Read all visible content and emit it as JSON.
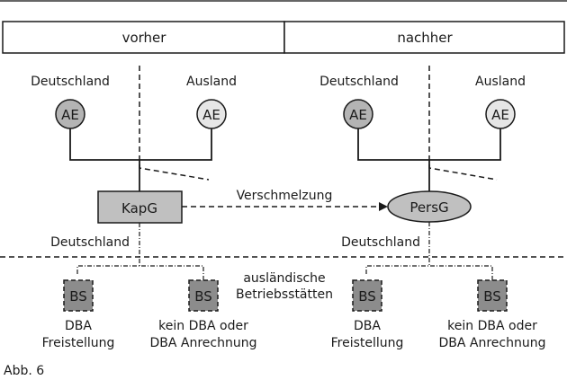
{
  "header": {
    "left": "vorher",
    "right": "nachher"
  },
  "before": {
    "region_left": "Deutschland",
    "region_right": "Ausland",
    "shareholder_left": "AE",
    "shareholder_right": "AE",
    "entity": "KapG",
    "domicile": "Deutschland",
    "pe_left": "BS",
    "pe_right": "BS",
    "pe_left_caption": [
      "DBA",
      "Freistellung"
    ],
    "pe_right_caption": [
      "kein DBA oder",
      "DBA Anrechnung"
    ]
  },
  "after": {
    "region_left": "Deutschland",
    "region_right": "Ausland",
    "shareholder_left": "AE",
    "shareholder_right": "AE",
    "entity": "PersG",
    "domicile": "Deutschland",
    "pe_left": "BS",
    "pe_right": "BS",
    "pe_left_caption": [
      "DBA",
      "Freistellung"
    ],
    "pe_right_caption": [
      "kein DBA oder",
      "DBA Anrechnung"
    ]
  },
  "transition_label": "Verschmelzung",
  "foreign_pe_label": [
    "ausländische",
    "Betriebsstätten"
  ],
  "figure_caption": "Abb. 6",
  "colors": {
    "shareholder_germany_fill": "#b4b4b4",
    "shareholder_foreign_fill": "#e6e6e6",
    "entity_fill": "#c0c0c0",
    "pe_fill": "#8c8c8c",
    "line": "#1a1a1a"
  }
}
